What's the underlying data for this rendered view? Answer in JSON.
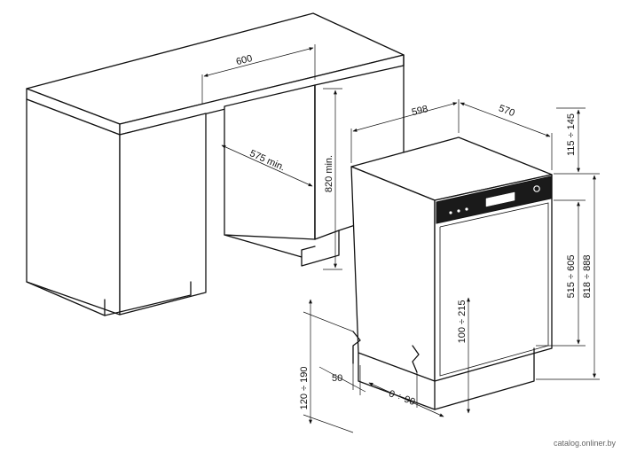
{
  "dimensions": {
    "countertop_width": "600",
    "niche_depth": "575 min.",
    "niche_height": "820 min.",
    "appliance_width": "598",
    "appliance_depth": "570",
    "top_offset": "115 ÷ 145",
    "panel_height": "515 ÷ 605",
    "total_height": "818 ÷ 888",
    "foot_height": "100 ÷ 215",
    "plinth_height": "120 ÷ 190",
    "plinth_depth": "50",
    "plinth_offset": "0 ÷ 90"
  },
  "watermark": "catalog.onliner.by"
}
